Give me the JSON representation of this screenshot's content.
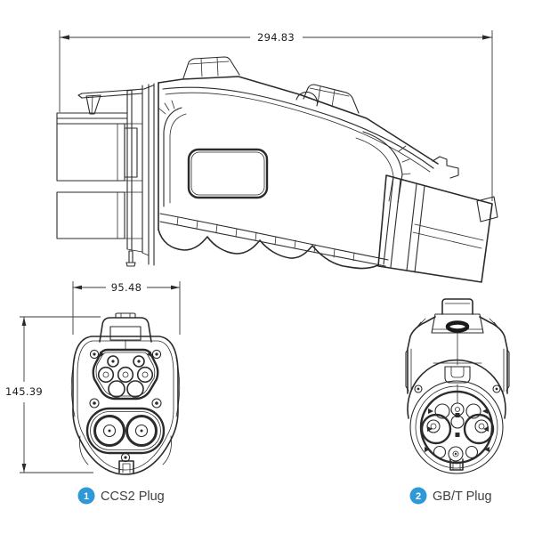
{
  "drawing": {
    "side_view": {
      "dimension_label": "294.83"
    },
    "ccs2_view": {
      "width_label": "95.48",
      "height_label": "145.39"
    },
    "legend": {
      "item1": {
        "number": "1",
        "label": "CCS2 Plug"
      },
      "item2": {
        "number": "2",
        "label": "GB/T Plug"
      }
    },
    "colors": {
      "accent_blue": "#2e99d6",
      "line": "#2b2b2b",
      "label_text": "#3f3f3f"
    }
  }
}
